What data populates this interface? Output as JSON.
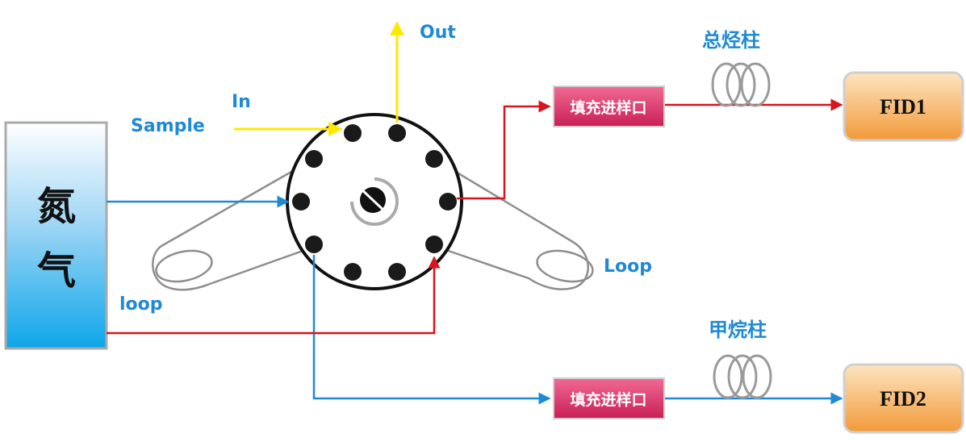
{
  "gas_source": {
    "line1": "氮",
    "line2": "气"
  },
  "labels": {
    "out": "Out",
    "in": "In",
    "sample": "Sample",
    "loop_left": "loop",
    "loop_right": "Loop"
  },
  "injectors": {
    "top": "填充进样口",
    "bottom": "填充进样口"
  },
  "columns": {
    "top": "总烃柱",
    "bottom": "甲烷柱"
  },
  "detectors": {
    "top": "FID1",
    "bottom": "FID2"
  },
  "colors": {
    "carrier_blue": "#1f8ad4",
    "carrier_red": "#d8141c",
    "sample_yellow": "#ffe800",
    "loop_gray": "#8e8e8e",
    "injector_pink": "#d8336a",
    "detector_orange": "#f7a84a"
  }
}
